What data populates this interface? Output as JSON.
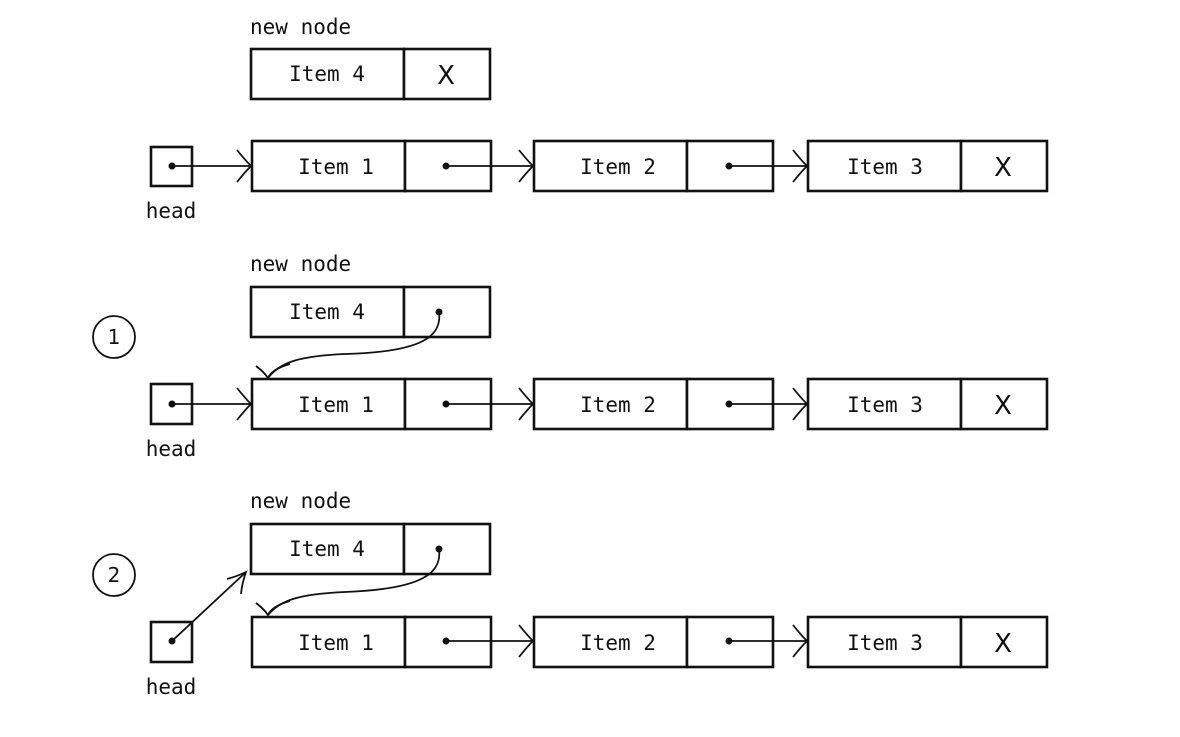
{
  "new_node_label": "new node",
  "head_label": "head",
  "null_marker": "X",
  "new_item": "Item 4",
  "list_items": [
    "Item 1",
    "Item 2",
    "Item 3"
  ],
  "steps": [
    "1",
    "2"
  ]
}
